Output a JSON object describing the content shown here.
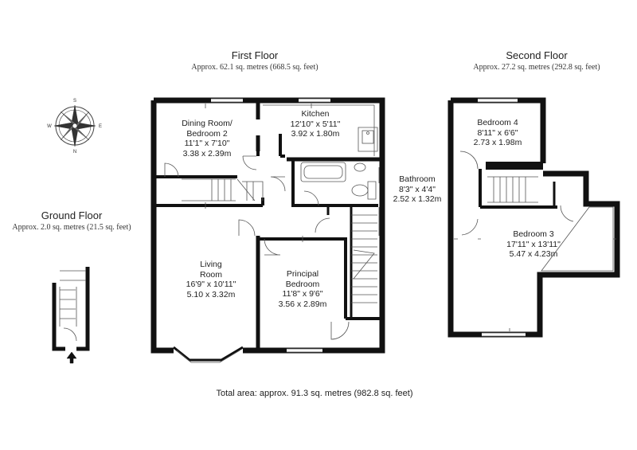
{
  "floors": {
    "first": {
      "title": "First Floor",
      "area": "Approx. 62.1 sq. metres (668.5 sq. feet)"
    },
    "second": {
      "title": "Second Floor",
      "area": "Approx. 27.2 sq. metres (292.8 sq. feet)"
    },
    "ground": {
      "title": "Ground Floor",
      "area": "Approx. 2.0 sq. metres (21.5 sq. feet)"
    }
  },
  "rooms": {
    "dining": {
      "name1": "Dining Room/",
      "name2": "Bedroom 2",
      "imperial": "11'1\" x 7'10\"",
      "metric": "3.38 x 2.39m"
    },
    "kitchen": {
      "name": "Kitchen",
      "imperial": "12'10\" x 5'11\"",
      "metric": "3.92 x 1.80m"
    },
    "bathroom": {
      "name": "Bathroom",
      "imperial": "8'3\" x 4'4\"",
      "metric": "2.52 x 1.32m"
    },
    "living": {
      "name1": "Living",
      "name2": "Room",
      "imperial": "16'9\" x 10'11\"",
      "metric": "5.10 x 3.32m"
    },
    "principal": {
      "name1": "Principal",
      "name2": "Bedroom",
      "imperial": "11'8\" x 9'6\"",
      "metric": "3.56 x 2.89m"
    },
    "bedroom4": {
      "name": "Bedroom 4",
      "imperial": "8'11\" x 6'6\"",
      "metric": "2.73 x 1.98m"
    },
    "bedroom3": {
      "name": "Bedroom 3",
      "imperial": "17'11\" x 13'11\"",
      "metric": "5.47 x 4.23m"
    }
  },
  "compass": {
    "n": "N",
    "s": "S",
    "e": "E",
    "w": "W"
  },
  "total": "Total area: approx. 91.3 sq. metres (982.8 sq. feet)",
  "colors": {
    "wall": "#111111",
    "line": "#555555",
    "background": "#ffffff"
  }
}
